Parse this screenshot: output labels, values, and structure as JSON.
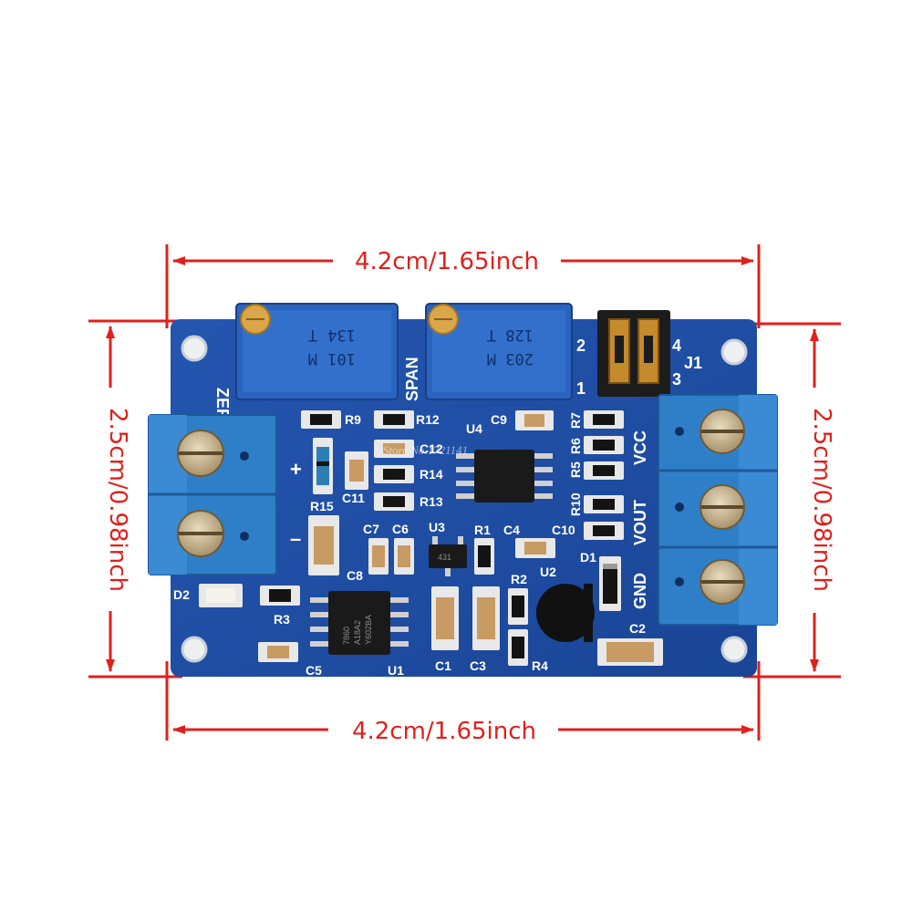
{
  "dimensions": {
    "top_width": "4.2cm/1.65inch",
    "bottom_width": "4.2cm/1.65inch",
    "left_height": "2.5cm/0.98inch",
    "right_height": "2.5cm/0.98inch"
  },
  "colors": {
    "dimension_lines": "#e0201c",
    "pcb": "#1f4fa8",
    "terminal_block": "#2f7fc8",
    "potentiometer": "#2a63c0",
    "silkscreen": "#ffffff"
  },
  "board": {
    "pot_zero": {
      "code": "101",
      "suffix": "M",
      "line2": "134",
      "mark": "T",
      "label": "ZERO"
    },
    "pot_span": {
      "code": "203",
      "suffix": "M",
      "line2": "128",
      "mark": "T",
      "label": "SPAN"
    },
    "jumper": {
      "label": "J1",
      "pin1": "1",
      "pin2": "2",
      "pin3": "3",
      "pin4": "4"
    },
    "input_terminal": {
      "plus": "+",
      "minus": "–"
    },
    "output_labels": {
      "vcc": "VCC",
      "vout": "VOUT",
      "gnd": "GND"
    },
    "components": {
      "r9": "R9",
      "r12": "R12",
      "r14": "R14",
      "r13": "R13",
      "r15": "R15",
      "r1": "R1",
      "r2": "R2",
      "r3": "R3",
      "r4": "R4",
      "r5": "R5",
      "r6": "R6",
      "r7": "R7",
      "r10": "R10",
      "c1": "C1",
      "c2": "C2",
      "c3": "C3",
      "c4": "C4",
      "c5": "C5",
      "c6": "C6",
      "c7": "C7",
      "c8": "C8",
      "c9": "C9",
      "c10": "C10",
      "c11": "C11",
      "c12": "C12",
      "u1": "U1",
      "u2": "U2",
      "u3": "U3",
      "u4": "U4",
      "d1": "D1",
      "d2": "D2"
    },
    "chip_marking": {
      "line1": "7860",
      "line2": "A18A2",
      "line3": "Y602BA"
    },
    "u3_marking": "431"
  },
  "watermark": "Store No.1721141"
}
